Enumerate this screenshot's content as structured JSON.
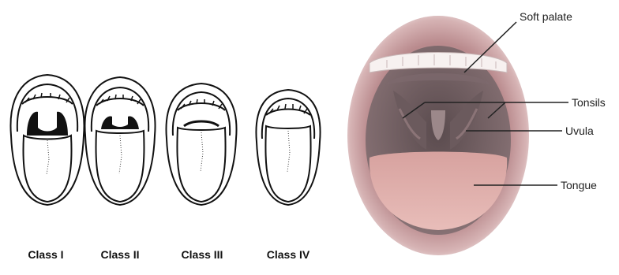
{
  "mallampati": {
    "classes": [
      {
        "label": "Class I"
      },
      {
        "label": "Class II"
      },
      {
        "label": "Class III"
      },
      {
        "label": "Class IV"
      }
    ]
  },
  "anatomy": {
    "labels": {
      "soft_palate": "Soft palate",
      "tonsils": "Tonsils",
      "uvula": "Uvula",
      "tongue": "Tongue"
    }
  }
}
